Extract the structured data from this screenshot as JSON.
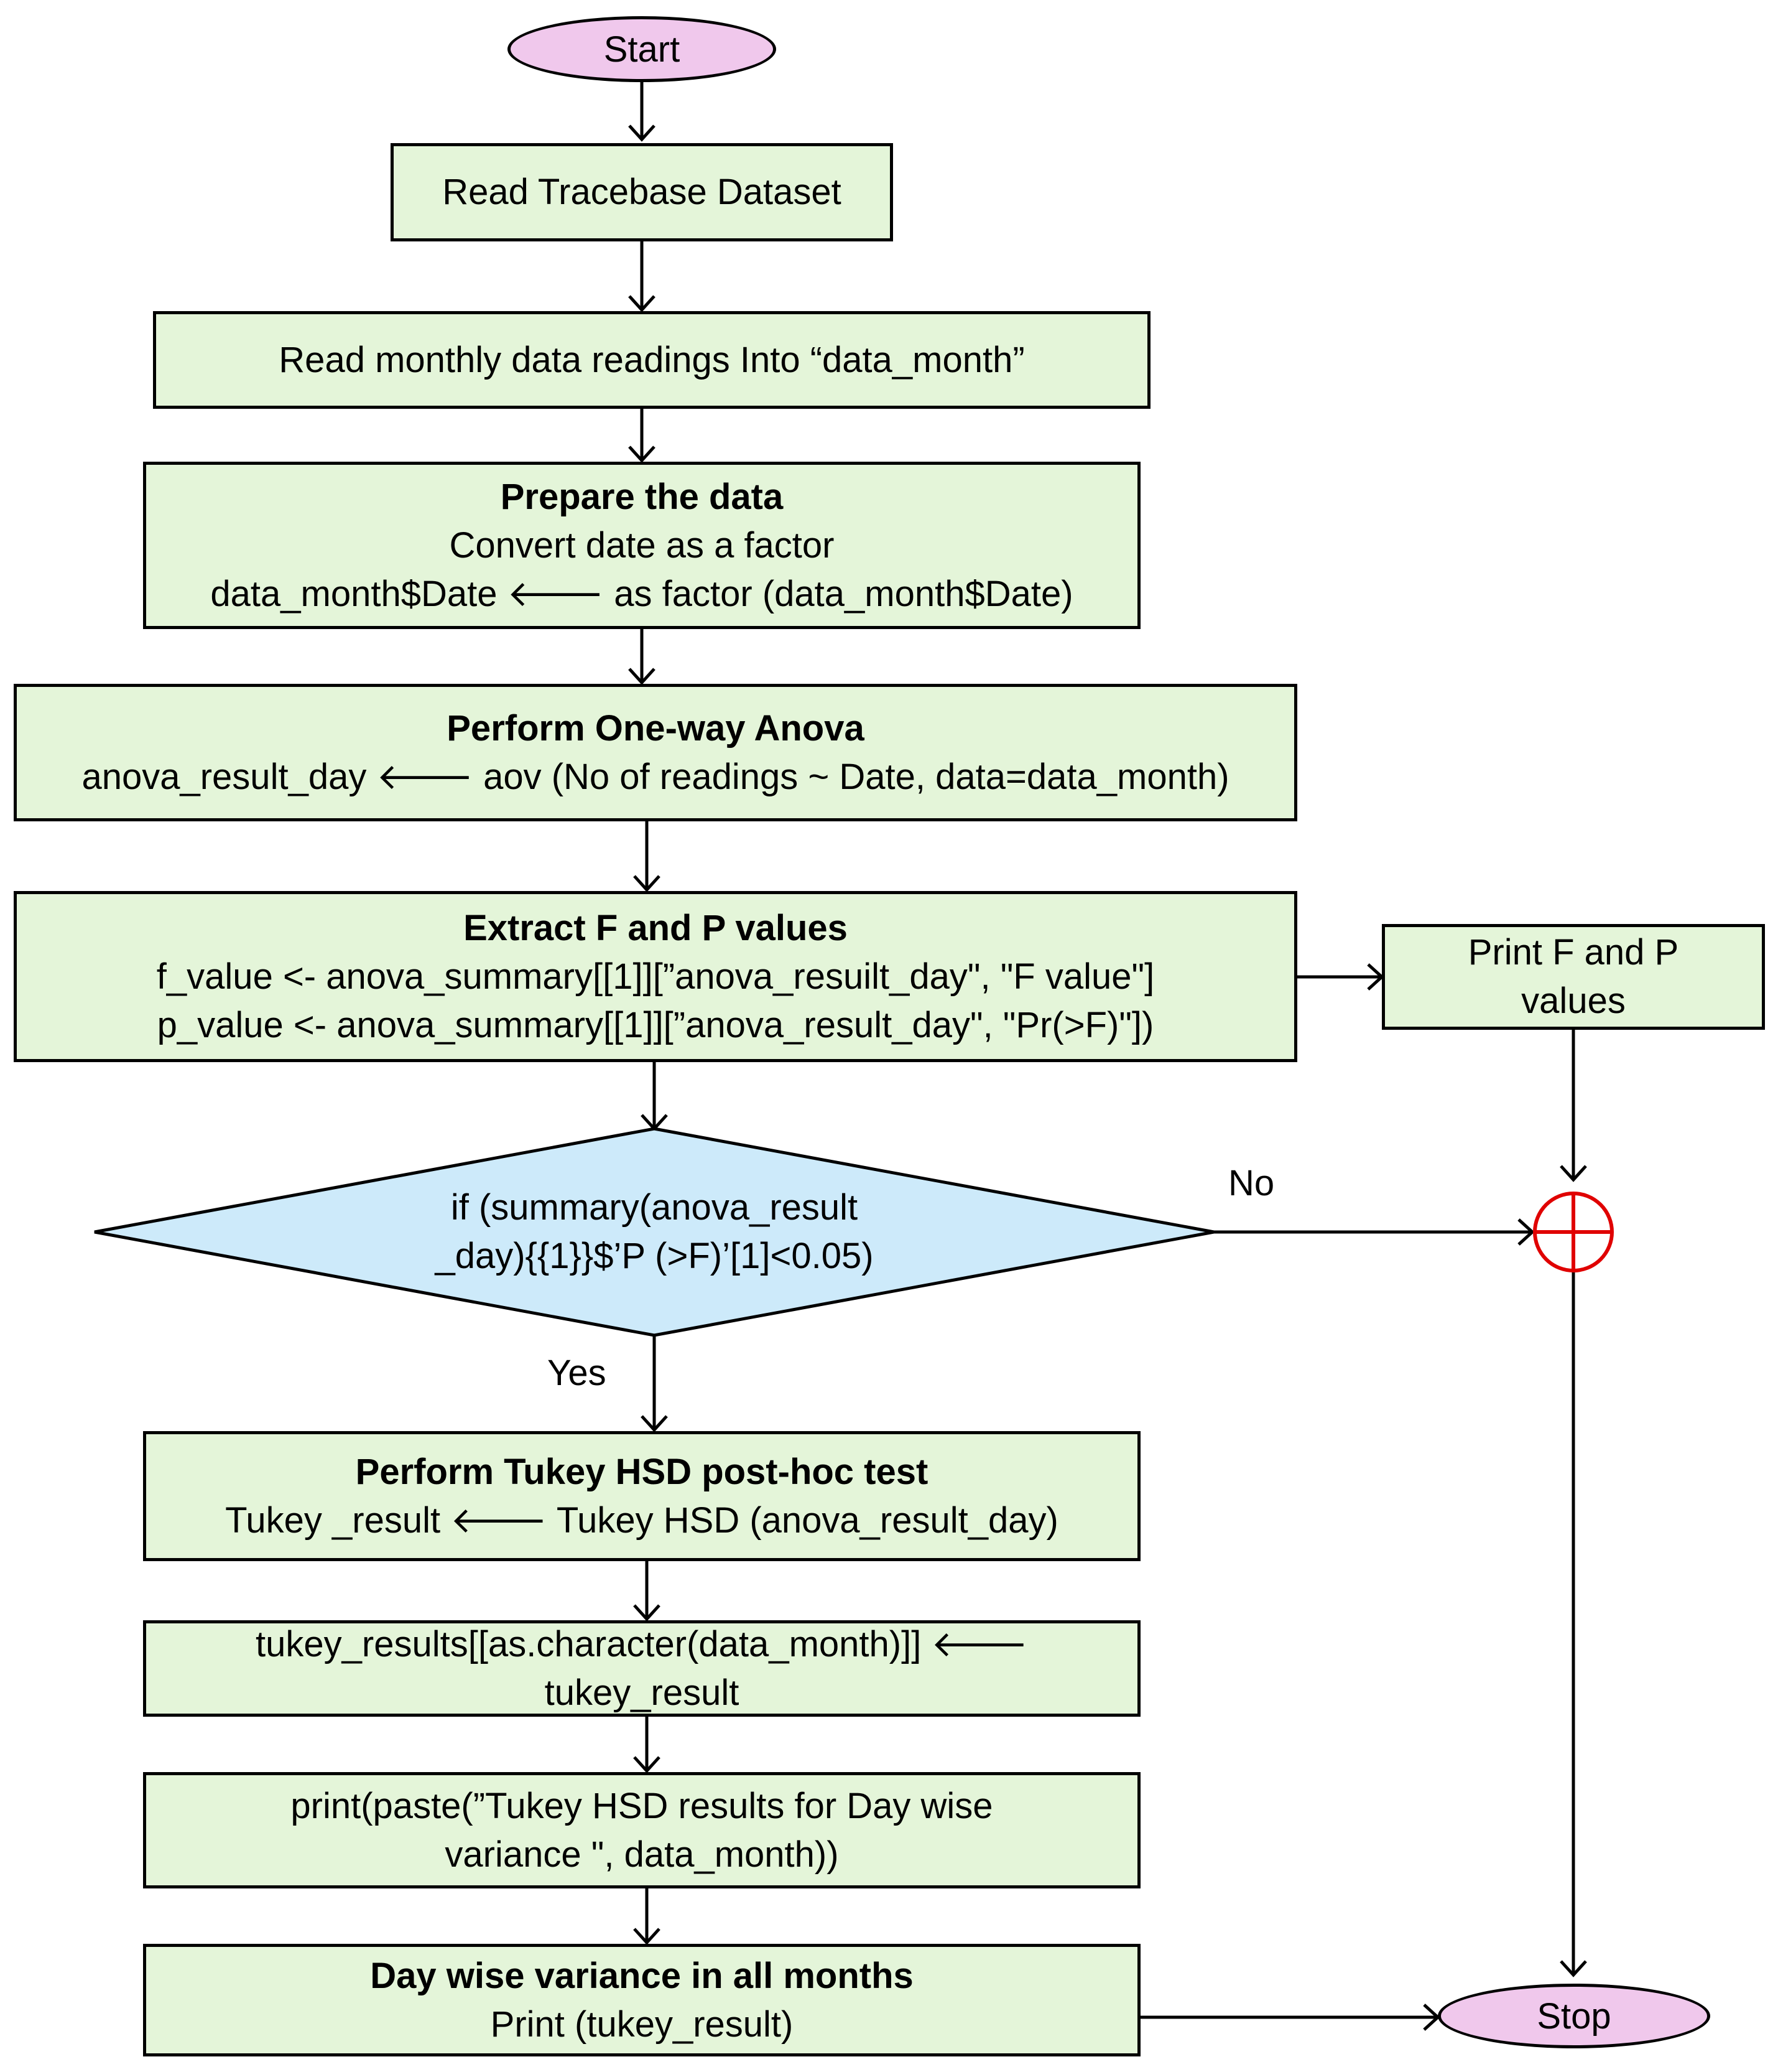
{
  "nodes": {
    "start": "Start",
    "read_dataset": "Read Tracebase Dataset",
    "read_monthly": "Read monthly data readings Into “data_month”",
    "prepare": {
      "title": "Prepare the data",
      "line1": "Convert date as a factor",
      "line2": "data_month$Date 🡐 as factor (data_month$Date)"
    },
    "anova": {
      "title": "Perform One-way Anova",
      "line1": "anova_result_day 🡐 aov (No of readings ~ Date, data=data_month)"
    },
    "extract": {
      "title": "Extract F and P values",
      "line1": "f_value <- anova_summary[[1]][”anova_resuilt_day\", \"F value\"]",
      "line2": "p_value <- anova_summary[[1]][”anova_result_day\", \"Pr(>F)\"])"
    },
    "print_fp": {
      "line1": "Print F and P",
      "line2": "values"
    },
    "decision": {
      "line1": "if (summary(anova_result",
      "line2": "_day){{1}}$’P (>F)’[1]<0.05)"
    },
    "tukey": {
      "title": "Perform Tukey HSD post-hoc test",
      "line1": "Tukey _result 🡐 Tukey HSD (anova_result_day)"
    },
    "tukey_results": {
      "line1": "tukey_results[[as.character(data_month)]] 🡐",
      "line2": "tukey_result"
    },
    "print_paste": {
      "line1": "print(paste(”Tukey HSD results for Day wise",
      "line2": "variance \", data_month))"
    },
    "day_wise": {
      "title": "Day wise variance in all months",
      "line1": "Print (tukey_result)"
    },
    "stop": "Stop"
  },
  "edge_labels": {
    "no": "No",
    "yes": "Yes"
  },
  "colors": {
    "process_fill": "#e4f5d9",
    "terminal_fill": "#f0c8ec",
    "decision_fill": "#cdeafa",
    "connector": "#e00000",
    "stroke": "#000000"
  }
}
